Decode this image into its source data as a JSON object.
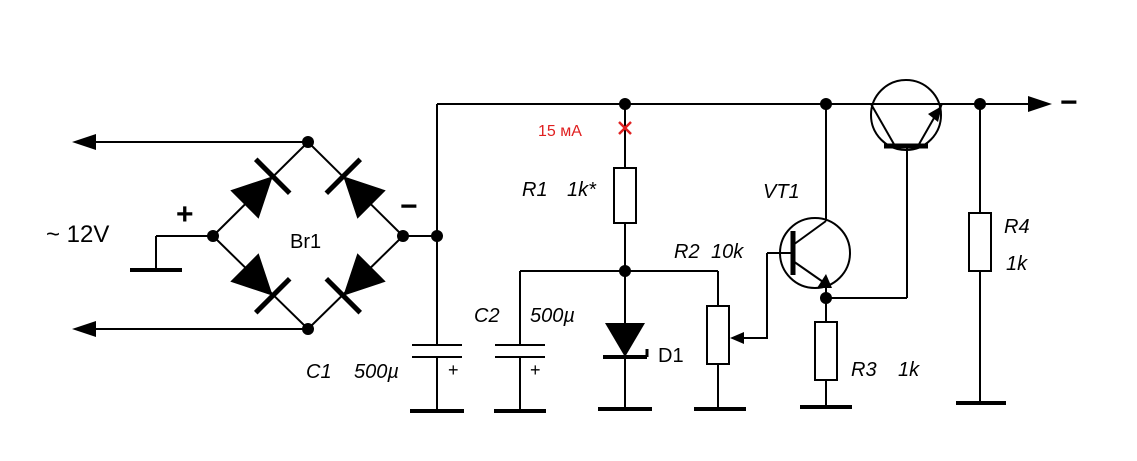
{
  "input": {
    "label": "~ 12V",
    "plus": "+"
  },
  "bridge": {
    "name": "Br1",
    "minus": "−"
  },
  "c1": {
    "name": "C1",
    "value": "500µ",
    "plus": "+"
  },
  "c2": {
    "name": "C2",
    "value": "500µ",
    "plus": "+"
  },
  "current_note": {
    "text": "15 мА",
    "mark": "×",
    "color": "#e02020"
  },
  "r1": {
    "name": "R1",
    "value": "1k*"
  },
  "r2": {
    "name": "R2",
    "value": "10k"
  },
  "d1": {
    "name": "D1"
  },
  "vt1": {
    "name": "VT1"
  },
  "r3": {
    "name": "R3",
    "value": "1k"
  },
  "r4": {
    "name": "R4",
    "value": "1k"
  },
  "output": {
    "sign": "−"
  }
}
